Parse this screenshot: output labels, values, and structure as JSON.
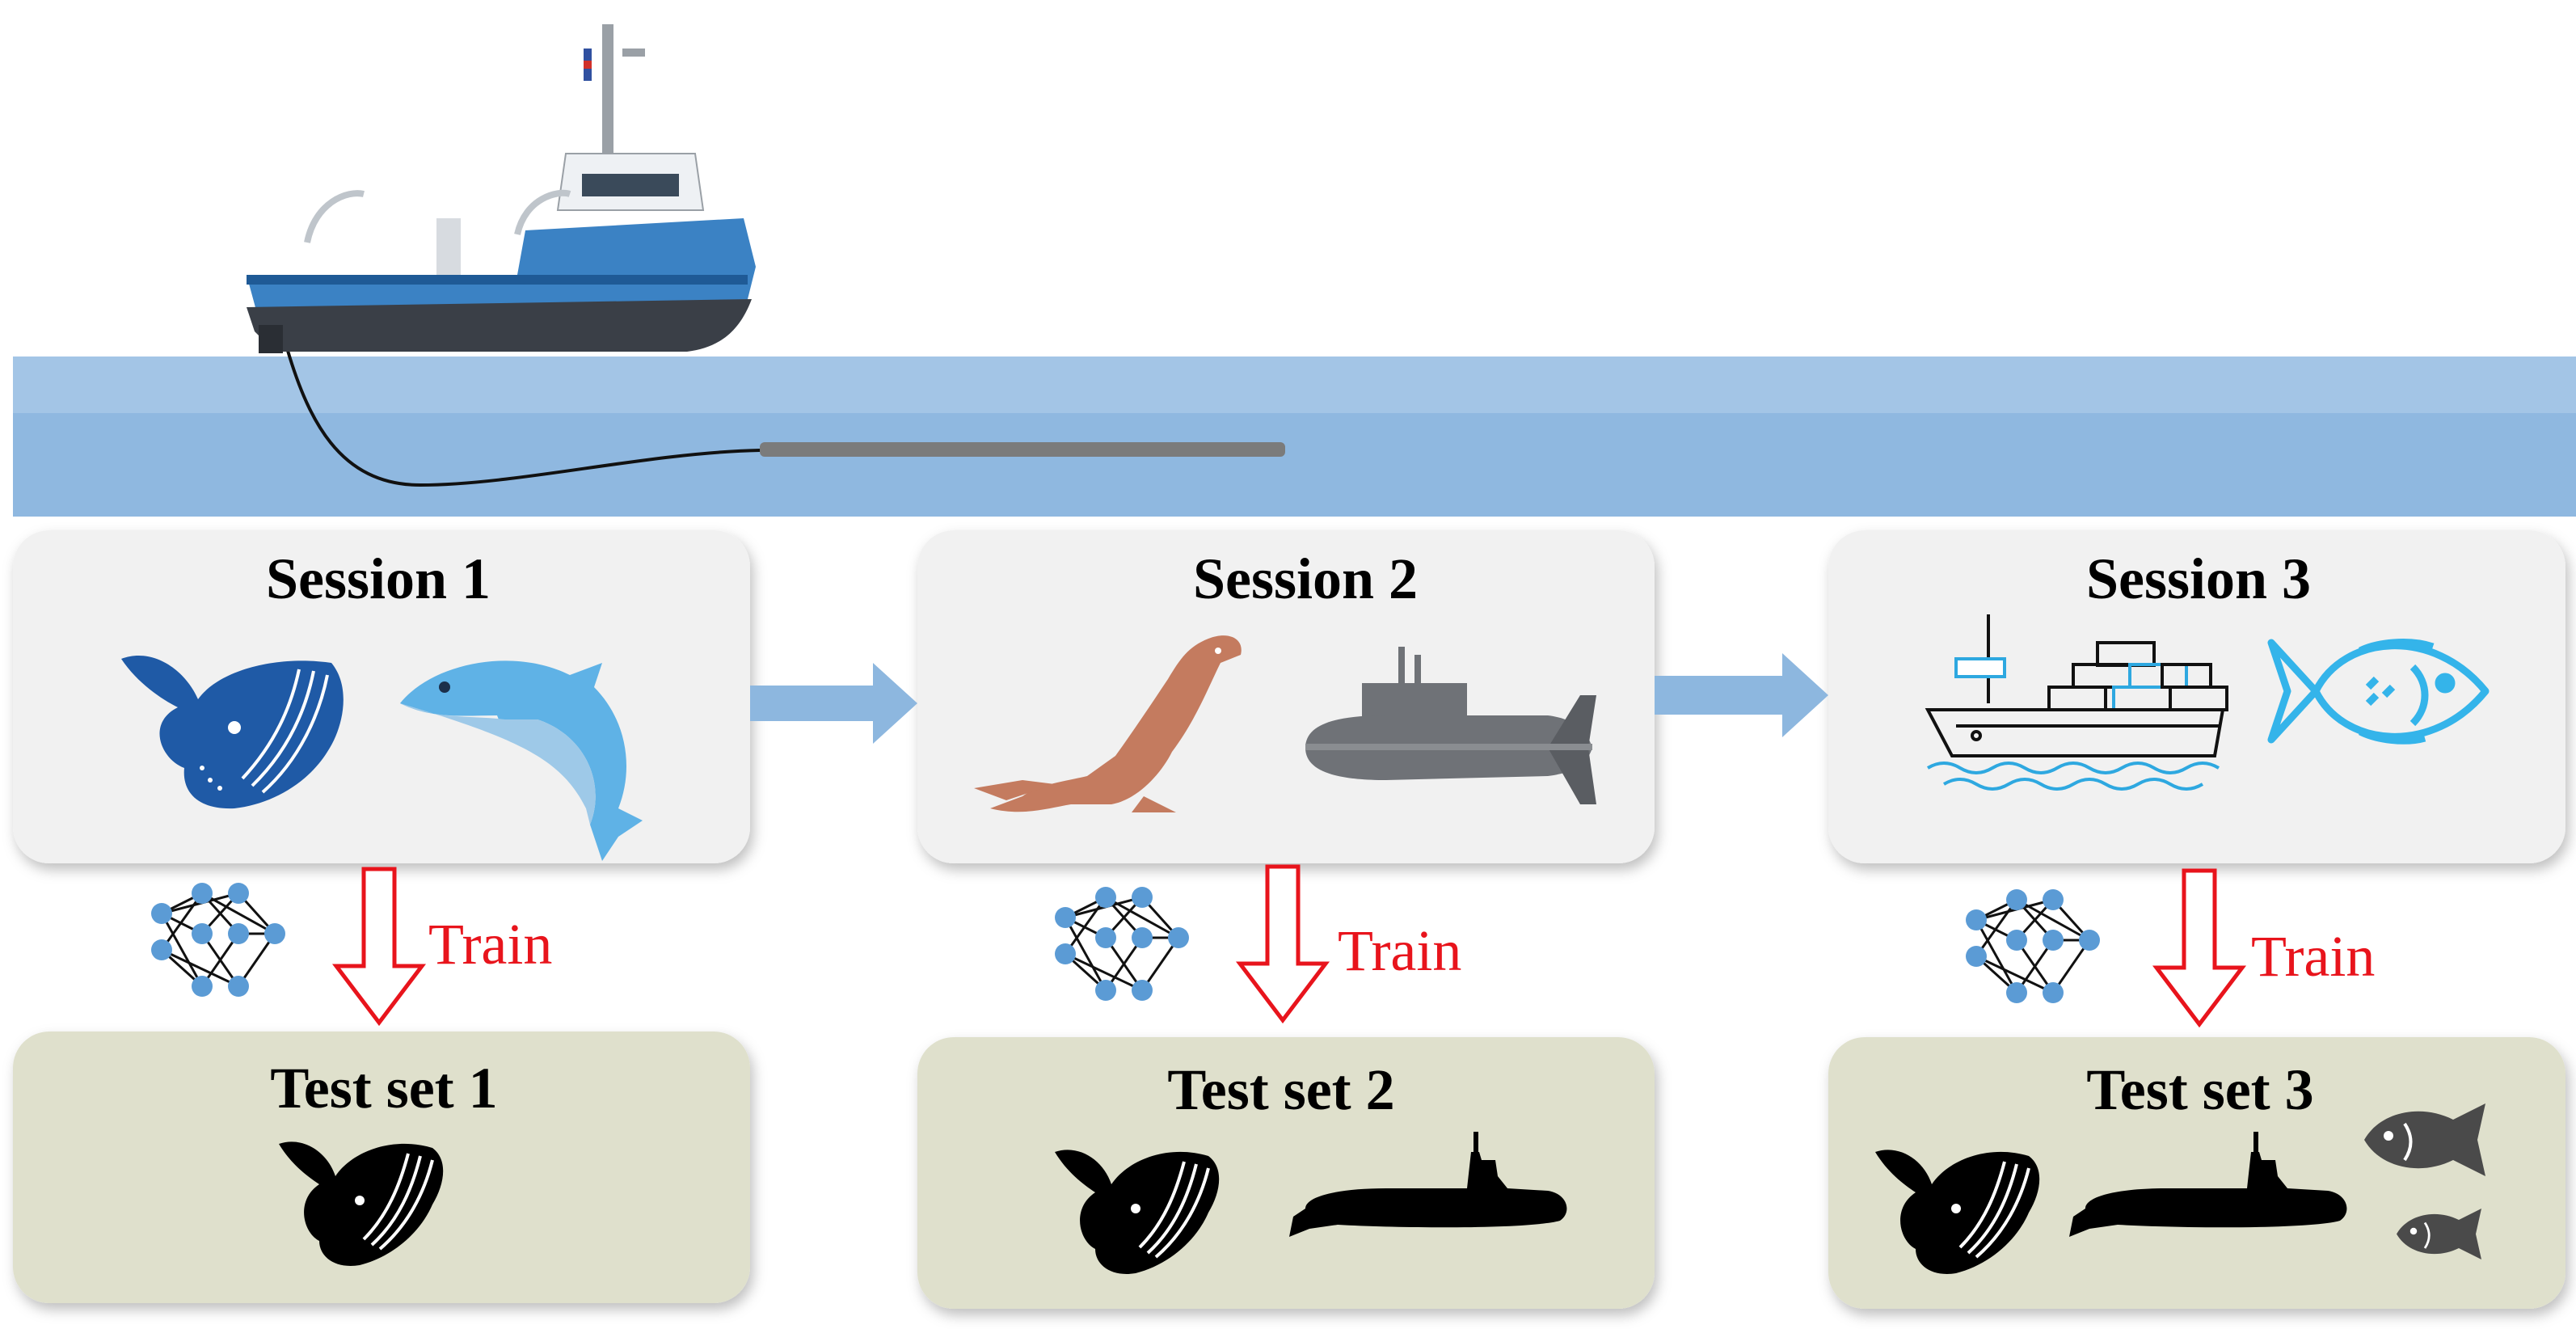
{
  "sessions": [
    {
      "title": "Session 1",
      "icons": [
        "humpback-whale-icon",
        "dolphin-icon"
      ]
    },
    {
      "title": "Session 2",
      "icons": [
        "sea-lion-icon",
        "submarine-icon"
      ]
    },
    {
      "title": "Session 3",
      "icons": [
        "cargo-ship-icon",
        "fish-icon"
      ]
    }
  ],
  "train_label": "Train",
  "test_sets": [
    {
      "title": "Test set 1",
      "icons": [
        "whale-silhouette-icon"
      ]
    },
    {
      "title": "Test set 2",
      "icons": [
        "whale-silhouette-icon",
        "submarine-silhouette-icon"
      ]
    },
    {
      "title": "Test set 3",
      "icons": [
        "whale-silhouette-icon",
        "submarine-silhouette-icon",
        "fish-silhouette-icon"
      ]
    }
  ],
  "colors": {
    "sea": "#8fb8e0",
    "session_box": "#f1f1f1",
    "test_box": "#dfe0cc",
    "flow_arrow": "#8db7df",
    "train_arrow": "#e8141c",
    "node": "#5b9bd5",
    "ship_hull": "#3b82c4",
    "whale": "#1f5aa6",
    "dolphin": "#5fb2e6",
    "sea_lion": "#c47b5f",
    "submarine": "#6f7277",
    "cargo_accent": "#2ea8e0",
    "fish": "#34b4ea"
  }
}
